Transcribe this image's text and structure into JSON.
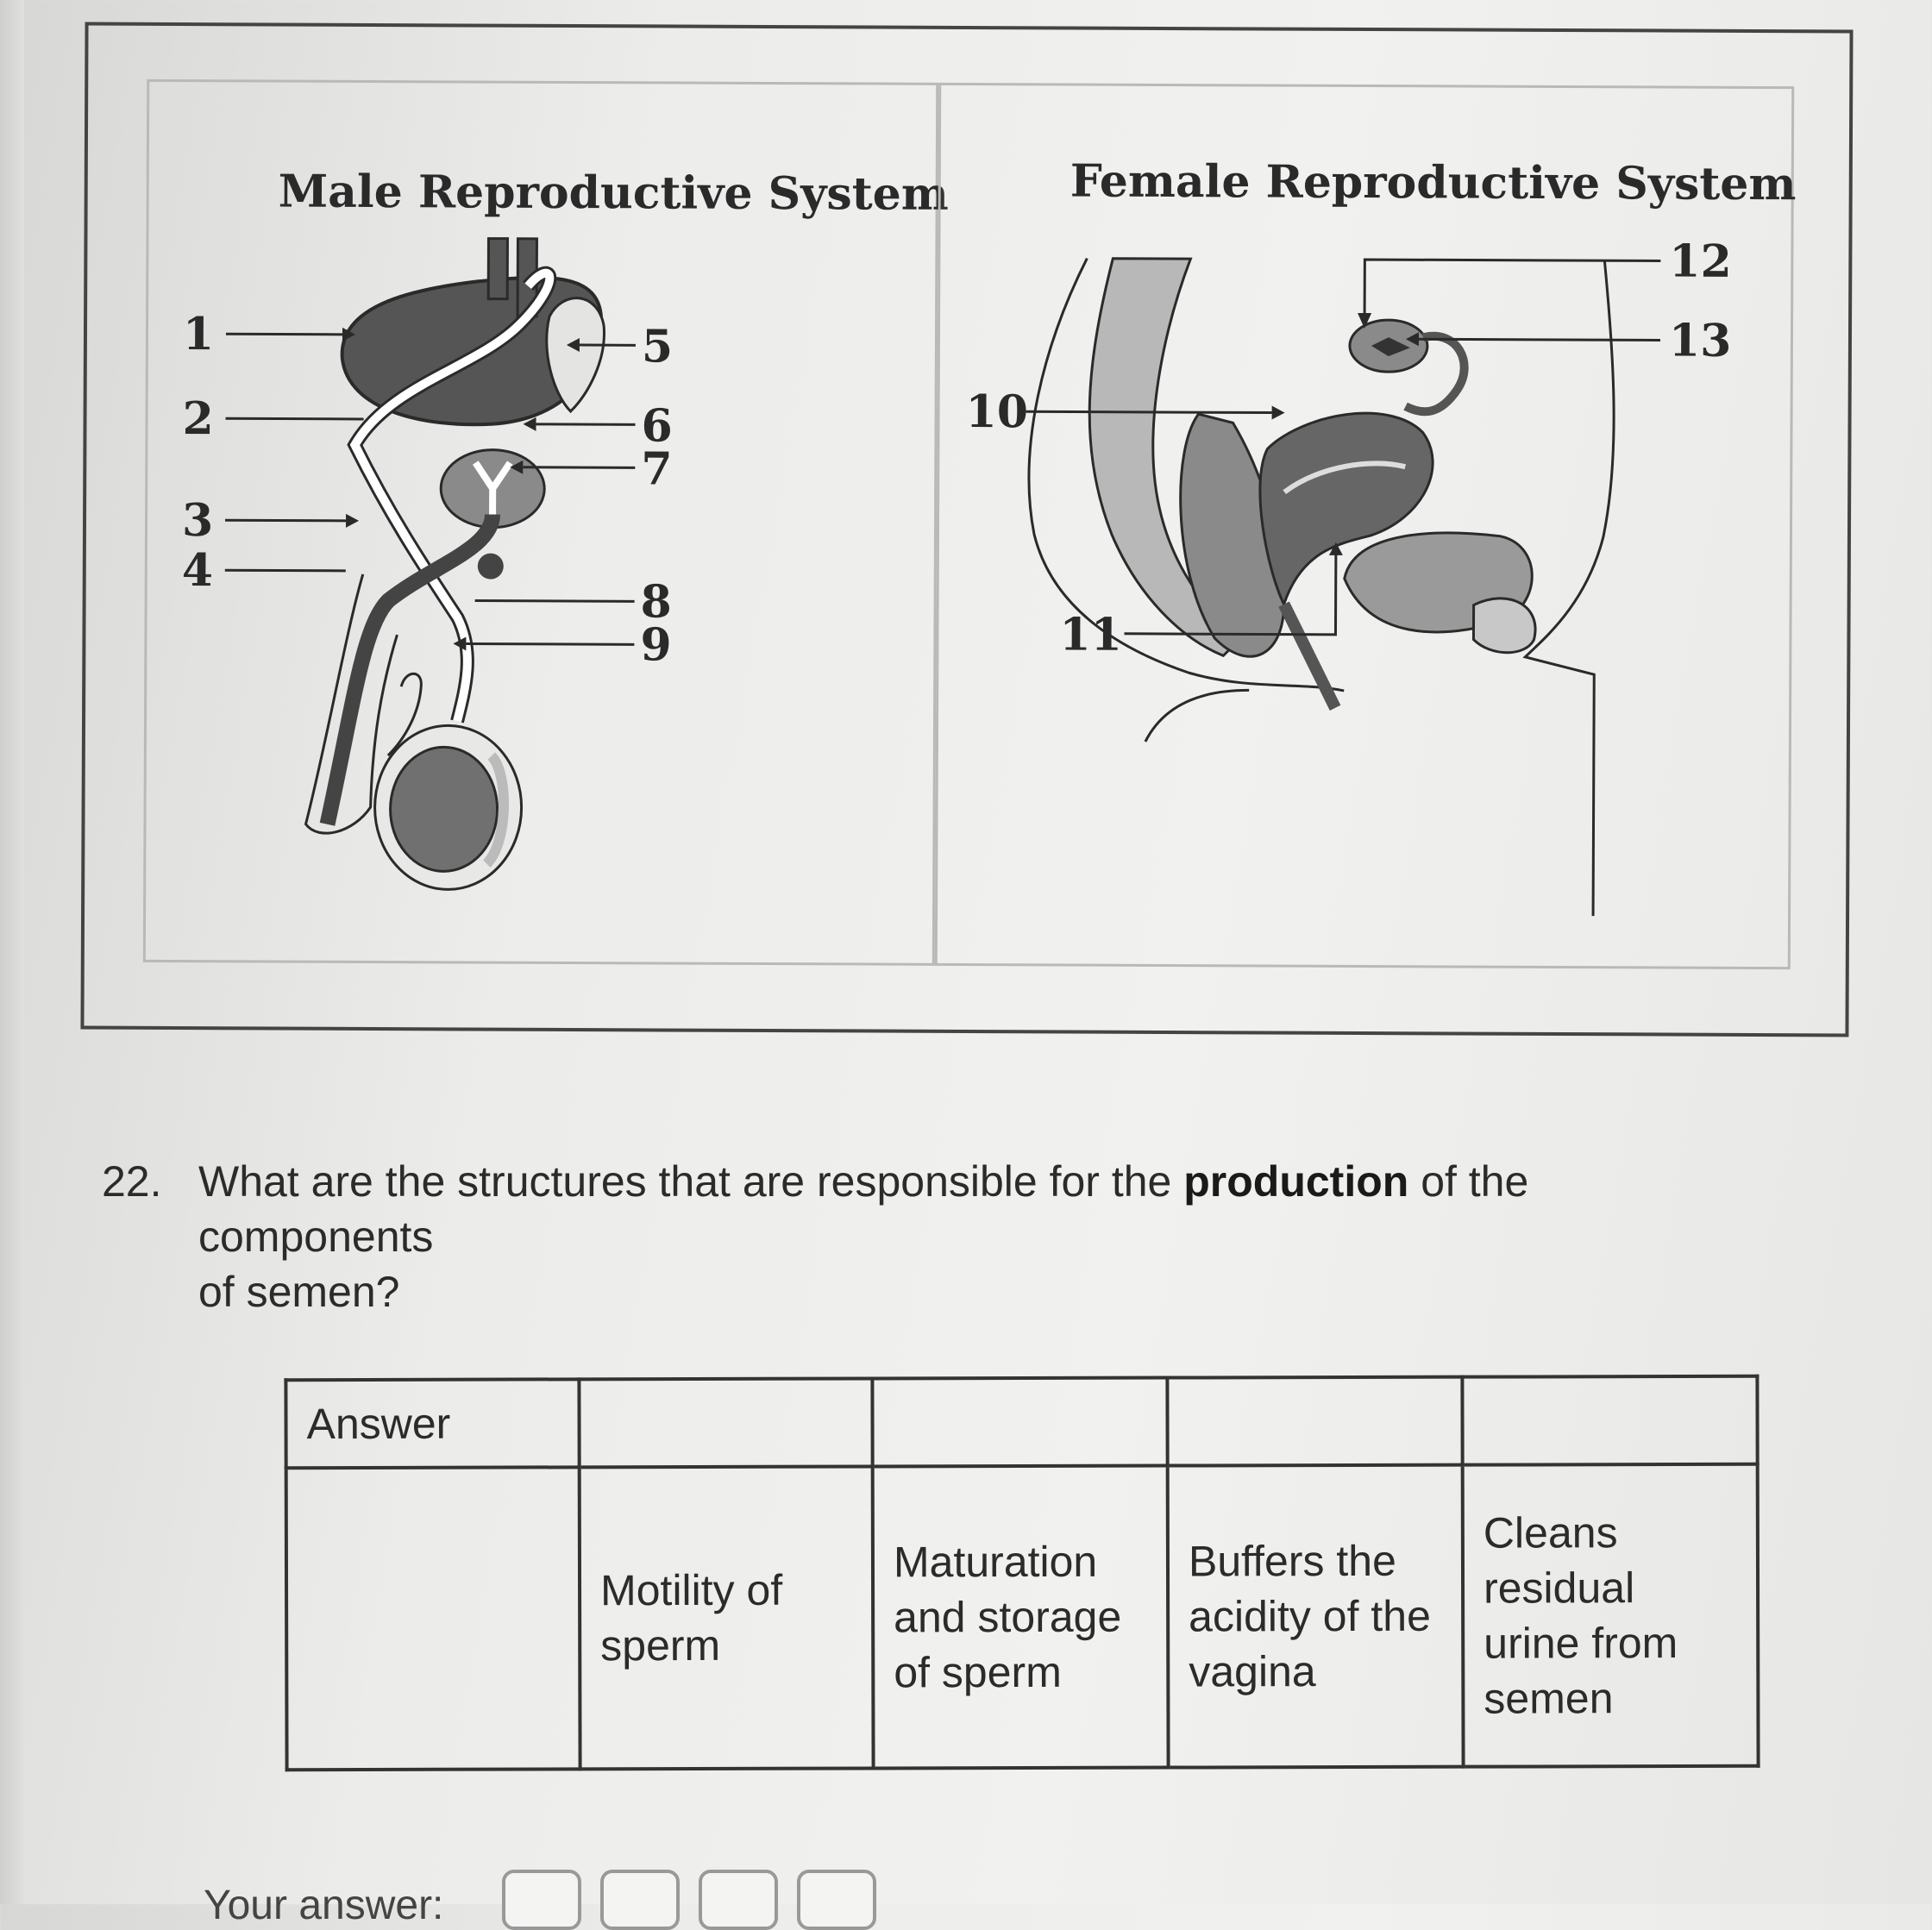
{
  "figure": {
    "male_title": "Male Reproductive System",
    "female_title": "Female Reproductive System",
    "male_labels": [
      "1",
      "2",
      "3",
      "4",
      "5",
      "6",
      "7",
      "8",
      "9"
    ],
    "female_labels": [
      "10",
      "11",
      "12",
      "13"
    ]
  },
  "question": {
    "number": "22.",
    "text_before": "What are the structures that are responsible for the ",
    "text_bold": "production",
    "text_after_line1": " of the",
    "text_line2": "components",
    "text_line3": "of semen?"
  },
  "table": {
    "header": [
      "Answer",
      "",
      "",
      "",
      ""
    ],
    "row": [
      "",
      "Motility of sperm",
      "Maturation and storage of sperm",
      "Buffers the acidity of the vagina",
      "Cleans residual urine from semen"
    ]
  },
  "your_answer_label": "Your answer:",
  "colors": {
    "organ_dark": "#555555",
    "organ_mid": "#8a8a8a",
    "organ_light": "#b8b8b8",
    "outline": "#2a2a2a"
  }
}
